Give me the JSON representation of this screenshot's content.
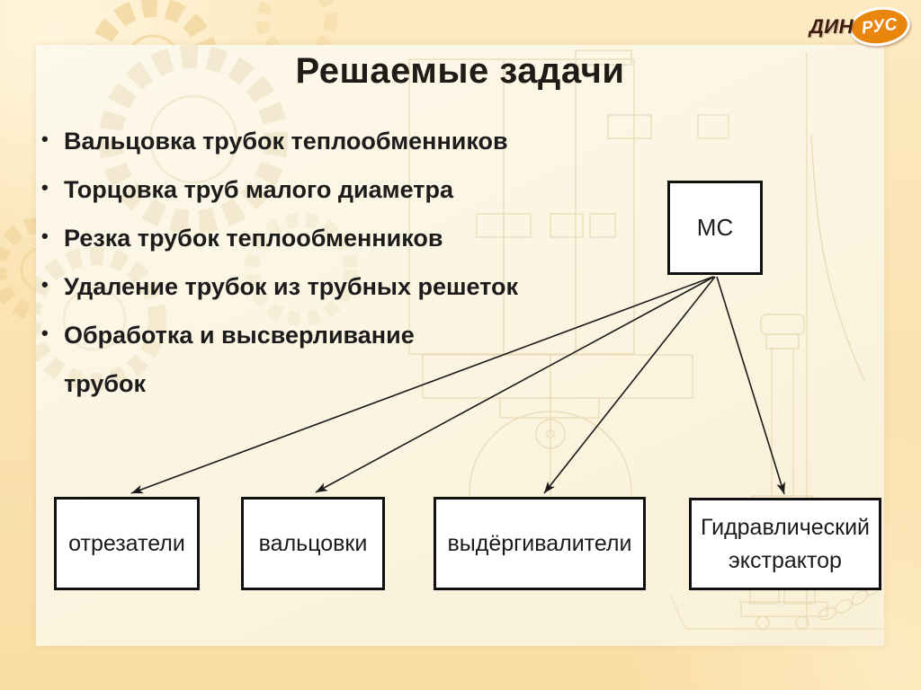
{
  "logo": {
    "dark_text": "ДИН",
    "badge_text": "РУС"
  },
  "slide": {
    "title": "Решаемые задачи",
    "bullets": [
      "Вальцовка трубок теплообменников",
      "Торцовка труб малого диаметра",
      "Резка трубок теплообменников",
      "Удаление трубок из трубных решеток",
      "Обработка и высверливание\nтрубок"
    ],
    "diagram": {
      "root": "МС",
      "children": [
        "отрезатели",
        "вальцовки",
        "выдёргивалители",
        "Гидравлический экстрактор"
      ]
    }
  },
  "colors": {
    "outer_background": "#FBE3B3",
    "panel_background": "#FBF4E0",
    "box_fill": "#FFFFFF",
    "box_border": "#111111",
    "text": "#1C1C1C",
    "arrow": "#1A1A1A",
    "logo_orange": "#E8860D",
    "logo_dark": "#40190D",
    "watermark_line": "#E6D5AC"
  }
}
